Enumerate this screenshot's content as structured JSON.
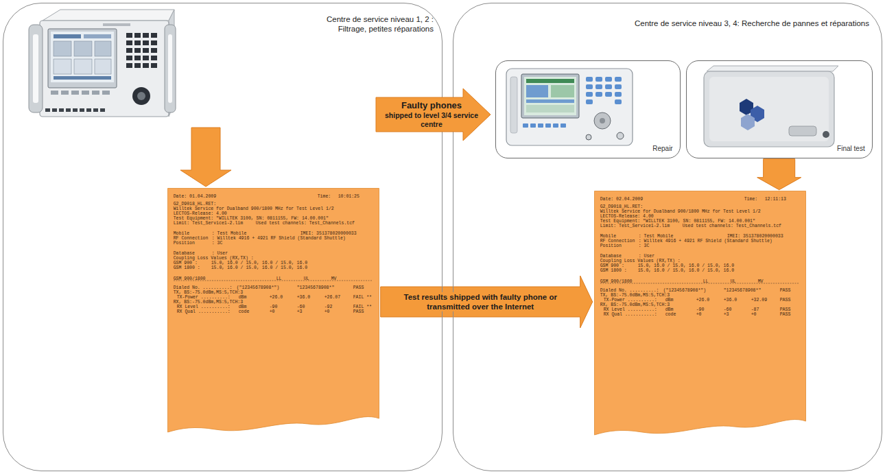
{
  "diagram": {
    "nodes": [
      {
        "text": [
          "Centre de service niveau 1, 2 : Filtrage, petites réparations"
        ]
      },
      {
        "text": [
          "Date: 01.04.2009",
          "Time:",
          "10:01:25",
          "G2_D9018_HL.RET:",
          "Willtek Service for Dualband 900/1800 MHz for Test Level 1/2",
          "LECTOS-Release: 4.00",
          "Test Equipment: \"WILLTEK 3100, SN: 0811155, FW: 14.00.001\"",
          "Limit: Test_Service1-2.lim",
          "Used test channels: Test_Channels.tcf",
          "Mobile",
          ": Test Mobile",
          "IMEI: 351378020000033",
          "RF Connection",
          ": Willtek 4916 + 4921 RF Shield (Standard Shuttle)",
          "Position",
          ": 3C",
          "Database",
          ": User",
          "Coupling Loss Values (RX,TX) :",
          "GSM 900 :",
          "15.0, 16.0 / 15.0, 16.0 / 15.0, 16.0",
          "GSM 1800 :",
          "15.0, 16.0 / 15.0, 16.0 / 15.0, 16.0",
          "GSM 900/1800",
          "LL",
          "UL",
          "MV",
          "Dialed No. ..........:",
          "(\"12345678908*\")",
          "\"12345678908*\"",
          "PASS",
          "TX, BS:-75.0dBm,MS:5,TCH:3",
          "TX-Power ..........:",
          "dBm",
          "+26.0",
          "+36.0",
          "+26.07",
          "FAIL **",
          "RX, BS:-75.0dBm,MS:5,TCH:3",
          "RX Level ..........:",
          "dBm",
          "-90",
          "-60",
          "-92",
          "FAIL **",
          "RX Qual ...........:",
          "code",
          "+0",
          "+3",
          "+0",
          "PASS"
        ],
        "in": 0
      },
      {
        "text": [
          "Faulty phones",
          "shipped to level 3/4 service centre"
        ]
      },
      {
        "text": [
          "Centre de service niveau 3, 4: Recherche de pannes et réparations"
        ]
      },
      {
        "text": [
          "Repair"
        ],
        "in": 3
      },
      {
        "text": [
          "Final test"
        ],
        "in": 3
      },
      {
        "text": [
          "Date: 02.04.2009",
          "Time:",
          "12:11:13",
          "G2_D9018_HL.RET:",
          "Willtek Service for Dualband 900/1800 MHz for Test Level 1/2",
          "LECTOS-Release: 4.00",
          "Test Equipment: \"WILLTEK 3100, SN: 0811155, FW: 14.00.001\"",
          "Limit: Test_Service1-2.lim",
          "Used test channels: Test_Channels.tcf",
          "Mobile",
          ": Test Mobile",
          "IMEI: 351378020000033",
          "RF Connection",
          ": Willtek 4916 + 4921 RF Shield (Standard Shuttle)",
          "Position",
          ": 3C",
          "Database",
          ": User",
          "Coupling Loss Values (RX,TX) :",
          "GSM 900 :",
          "15.0, 16.0 / 15.0, 16.0 / 15.0, 16.0",
          "GSM 1800 :",
          "15.0, 16.0 / 15.0, 16.0 / 15.0, 16.0",
          "GSM 900/1800",
          "LL",
          "UL",
          "MV",
          "Dialed No. ..........:",
          "(\"12345678908*\")",
          "\"12345678908*\"",
          "PASS",
          "TX, BS:-75.0dBm,MS:5,TCH:3",
          "TX-Power ..........:",
          "dBm",
          "+26.0",
          "+36.0",
          "+32.09",
          "PASS",
          "RX, BS:-75.0dBm,MS:5,TCH:3",
          "RX Level ..........:",
          "dBm",
          "-90",
          "-60",
          "-87",
          "PASS",
          "RX Qual ...........:",
          "code",
          "+0",
          "+3",
          "+0",
          "PASS"
        ],
        "in": 3
      }
    ],
    "edges": [
      {
        "from": 5,
        "to": 6,
        "arrow": "to"
      },
      {
        "from": 1,
        "to": 6,
        "label": "Test results shipped with faulty phone or transmitted over the Internet",
        "arrow": "to"
      }
    ]
  }
}
